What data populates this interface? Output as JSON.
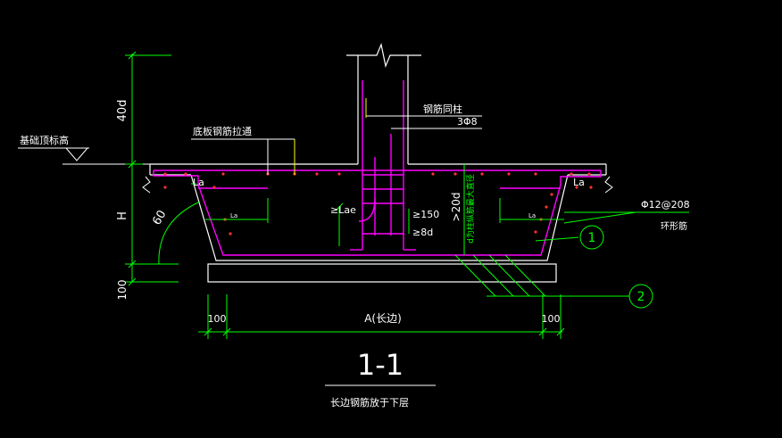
{
  "labels": {
    "foundation_top_elevation": "基础顶标高",
    "dim_40d": "40d",
    "dim_H": "H",
    "dim_100_left_vertical": "100",
    "angle_60": "60",
    "bottom_plate_rebar": "底板钢筋拉通",
    "column_rebar": "钢筋同柱",
    "stirrup_count": "3Φ8",
    "la_left": "La",
    "la_left_small": "La",
    "la_right": "La",
    "la_right_small": "La",
    "lae": "≥Lae",
    "min_150": "≥150",
    "min_8d": "≥8d",
    "min_20d": ">20d",
    "d_note": "d为柱纵筋最大直径",
    "ring_rebar_spec": "Φ12@208",
    "ring_rebar": "环形筋",
    "callout_1": "1",
    "callout_2": "2",
    "dim_100_bottom_left": "100",
    "dim_A": "A(长边)",
    "dim_100_bottom_right": "100",
    "section_title": "1-1",
    "section_caption": "长边钢筋放于下层"
  },
  "colors": {
    "white": "#ffffff",
    "magenta": "#ff00ff",
    "green": "#00ff00",
    "yellow": "#ffff00",
    "red": "#ff3030",
    "background": "#000000"
  }
}
